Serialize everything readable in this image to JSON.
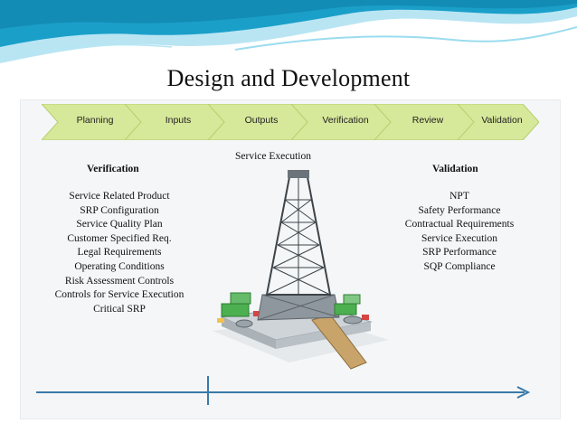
{
  "title": "Design and Development",
  "process_steps": [
    "Planning",
    "Inputs",
    "Outputs",
    "Verification",
    "Review",
    "Validation"
  ],
  "center_label": "Service Execution",
  "verification": {
    "heading": "Verification",
    "items": [
      "Service Related Product",
      "SRP Configuration",
      "Service Quality Plan",
      "Customer Specified Req.",
      "Legal Requirements",
      "Operating Conditions",
      "Risk Assessment Controls",
      "Controls for Service Execution",
      "Critical SRP"
    ]
  },
  "validation": {
    "heading": "Validation",
    "items": [
      "NPT",
      "Safety Performance",
      "Contractual Requirements",
      "Service Execution",
      "SRP Performance",
      "SQP Compliance"
    ]
  },
  "colors": {
    "wave_dark": "#1a9fc9",
    "wave_light": "#7fd0ea",
    "chevron_fill": "#d6e89a",
    "chevron_stroke": "#b7cf6b",
    "timeline": "#3b79a8"
  }
}
